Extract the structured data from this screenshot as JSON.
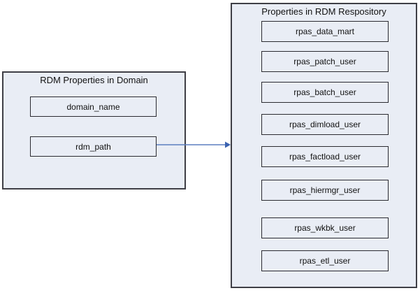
{
  "diagram": {
    "left_panel": {
      "title": "RDM Properties in Domain",
      "items": [
        "domain_name",
        "rdm_path"
      ]
    },
    "right_panel": {
      "title": "Properties in RDM Respository",
      "items": [
        "rpas_data_mart",
        "rpas_patch_user",
        "rpas_batch_user",
        "rpas_dimload_user",
        "rpas_factload_user",
        "rpas_hiermgr_user",
        "rpas_wkbk_user",
        "rpas_etl_user"
      ]
    },
    "connector": {
      "from": "rdm_path",
      "to": "Properties in RDM Respository",
      "direction": "right"
    },
    "colors": {
      "panel_fill": "#e9edf5",
      "box_fill": "#e9edf5",
      "panel_border": "#3f3f46",
      "box_border": "#2b2b31",
      "arrow_line": "#5b7fc0",
      "arrow_head": "#3a62b0"
    }
  }
}
